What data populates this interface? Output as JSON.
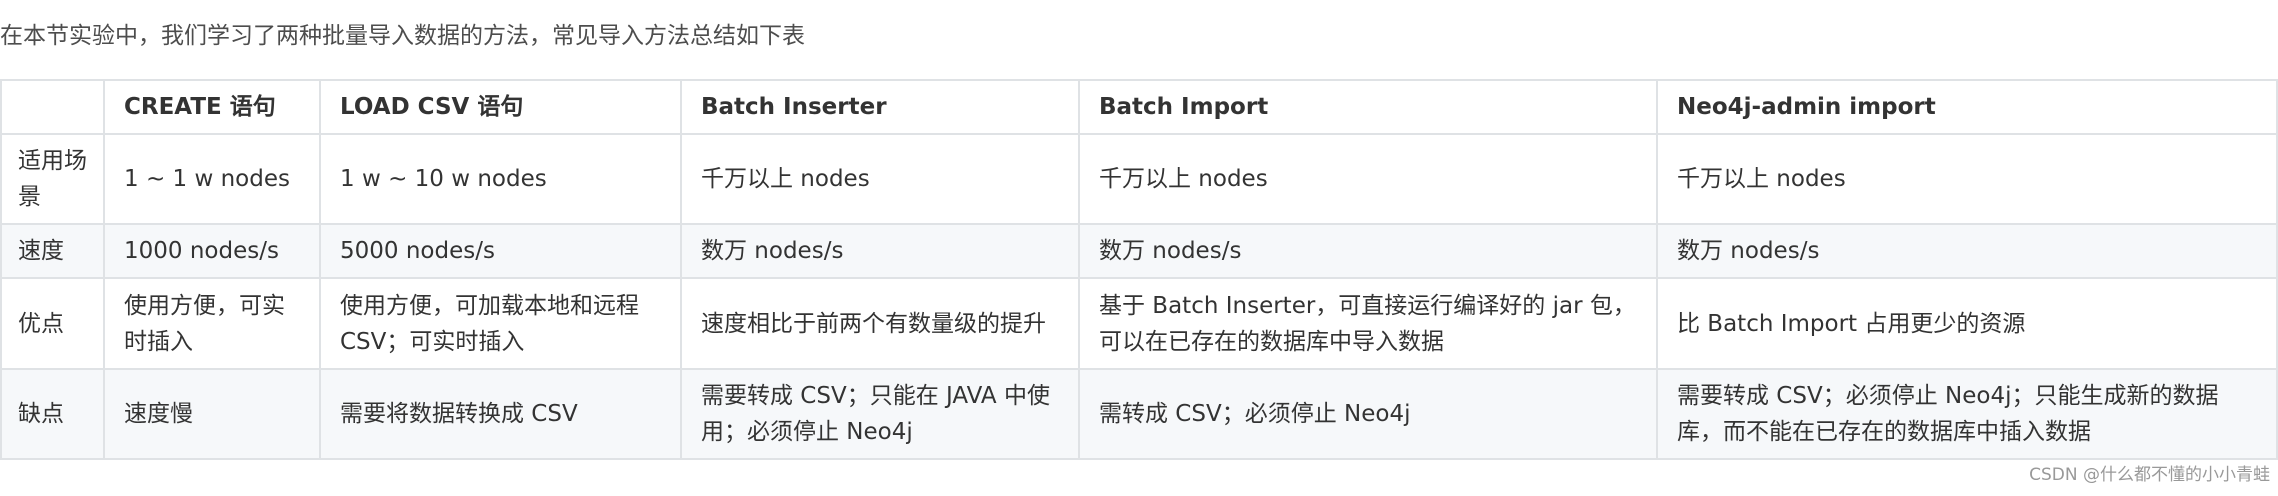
{
  "intro_text": "在本节实验中，我们学习了两种批量导入数据的方法，常见导入方法总结如下表",
  "table": {
    "headers": [
      "",
      "CREATE 语句",
      "LOAD CSV 语句",
      "Batch Inserter",
      "Batch Import",
      "Neo4j-admin import"
    ],
    "rows": [
      [
        "适用场景",
        "1 ~ 1 w nodes",
        "1 w ~ 10 w nodes",
        "千万以上 nodes",
        "千万以上 nodes",
        "千万以上 nodes"
      ],
      [
        "速度",
        "1000 nodes/s",
        "5000 nodes/s",
        "数万 nodes/s",
        "数万 nodes/s",
        "数万 nodes/s"
      ],
      [
        "优点",
        "使用方便，可实时插入",
        "使用方便，可加载本地和远程 CSV；可实时插入",
        "速度相比于前两个有数量级的提升",
        "基于 Batch Inserter，可直接运行编译好的 jar 包，可以在已存在的数据库中导入数据",
        "比 Batch Import 占用更少的资源"
      ],
      [
        "缺点",
        "速度慢",
        "需要将数据转换成 CSV",
        "需要转成 CSV；只能在 JAVA 中使用；必须停止 Neo4j",
        "需转成 CSV；必须停止 Neo4j",
        "需要转成 CSV；必须停止 Neo4j；只能生成新的数据库，而不能在已存在的数据库中插入数据"
      ]
    ]
  },
  "watermark": "CSDN @什么都不懂的小小青蛙",
  "colors": {
    "border": "#dfe2e5",
    "stripe": "#f6f8fa",
    "text": "#333333",
    "watermark": "#999999"
  }
}
